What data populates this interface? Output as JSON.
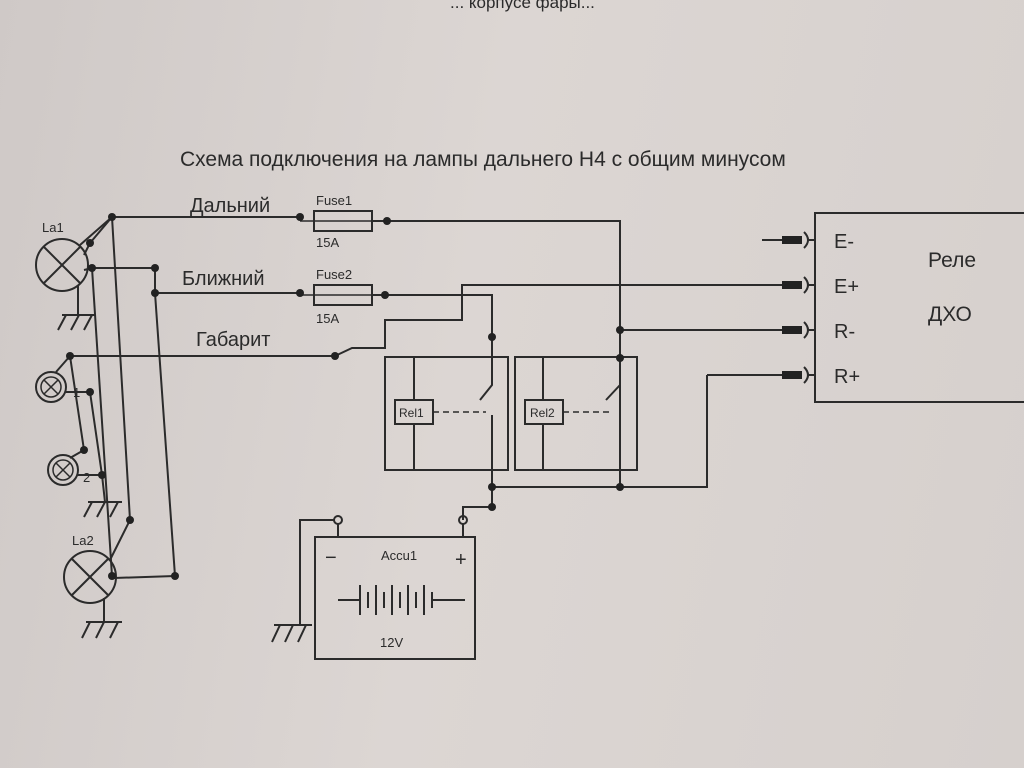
{
  "header_fragment": "... корпусе фары...",
  "title": "Схема подключения на лампы дальнего Н4 с общим минусом",
  "wires": {
    "high": "Дальний",
    "low": "Ближний",
    "parking": "Габарит"
  },
  "fuses": [
    {
      "name": "Fuse1",
      "rating": "15A"
    },
    {
      "name": "Fuse2",
      "rating": "15A"
    }
  ],
  "lamps": {
    "la1": "La1",
    "la2": "La2",
    "p1": "1",
    "p2": "2"
  },
  "relays": [
    "Rel1",
    "Rel2"
  ],
  "battery": {
    "name": "Accu1",
    "voltage": "12V",
    "minus": "−",
    "plus": "+"
  },
  "drl_relay": {
    "line1": "Реле",
    "line2": "ДХО",
    "pins": [
      "E-",
      "E+",
      "R-",
      "R+"
    ]
  }
}
